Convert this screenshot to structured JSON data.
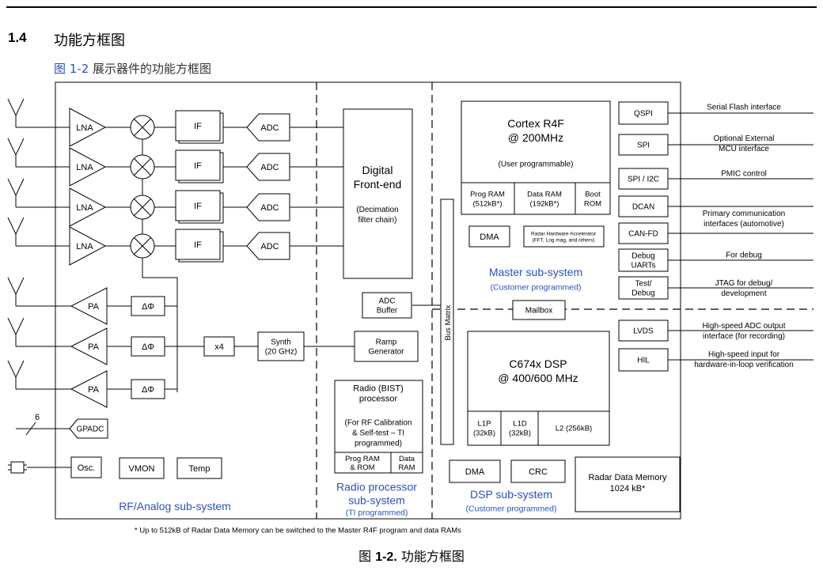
{
  "section": {
    "number": "1.4",
    "title": "功能方框图"
  },
  "intro": {
    "prefix": "图 ",
    "ref": "1-2",
    "text": " 展示器件的功能方框图"
  },
  "rf": {
    "lna": "LNA",
    "if": "IF",
    "adc": "ADC",
    "pa": "PA",
    "phase": "ΔΦ",
    "x4": "x4",
    "synth": [
      "Synth",
      "(20 GHz)"
    ],
    "gpadc_bus": "6",
    "gpadc": "GPADC",
    "osc": "Osc.",
    "vmon": "VMON",
    "temp": "Temp",
    "label": "RF/Analog sub-system"
  },
  "dfe": {
    "title": [
      "Digital",
      "Front-end"
    ],
    "note": [
      "(Decimation",
      "filter chain)"
    ]
  },
  "radio": {
    "adc_buffer": [
      "ADC",
      "Buffer"
    ],
    "ramp": [
      "Ramp",
      "Generator"
    ],
    "bist": [
      "Radio (BIST)",
      "processor",
      "(For RF Calibration",
      "& Self-test – TI",
      "programmed)"
    ],
    "prog_ram": [
      "Prog RAM",
      "& ROM"
    ],
    "data_ram": [
      "Data",
      "RAM"
    ],
    "label": [
      "Radio processor",
      "sub-system"
    ],
    "sublabel": "(TI programmed)"
  },
  "bus_matrix": "Bus Matrix",
  "master": {
    "cortex": [
      "Cortex R4F",
      "@ 200MHz"
    ],
    "user": "(User programmable)",
    "prog_ram": [
      "Prog RAM",
      "(512kB*)"
    ],
    "data_ram": [
      "Data RAM",
      "(192kB*)"
    ],
    "boot": [
      "Boot",
      "ROM"
    ],
    "dma": "DMA",
    "hwa": [
      "Radar Hardware Accelerator",
      "(FFT, Log mag, and others)"
    ],
    "label": "Master sub-system",
    "sublabel": "(Customer programmed)"
  },
  "mailbox": "Mailbox",
  "dsp": {
    "core": [
      "C674x DSP",
      "@ 400/600 MHz"
    ],
    "l1p": [
      "L1P",
      "(32kB)"
    ],
    "l1d": [
      "L1D",
      "(32kB)"
    ],
    "l2": "L2 (256kB)",
    "dma": "DMA",
    "crc": "CRC",
    "label": "DSP sub-system",
    "sublabel": "(Customer programmed)"
  },
  "radar_mem": [
    "Radar Data Memory",
    "1024 kB*"
  ],
  "interfaces": [
    {
      "block": [
        "QSPI"
      ],
      "desc": [
        "Serial Flash interface"
      ]
    },
    {
      "block": [
        "SPI"
      ],
      "desc": [
        "Optional External",
        "MCU interface"
      ]
    },
    {
      "block": [
        "SPI / I2C"
      ],
      "desc": [
        "PMIC control"
      ]
    },
    {
      "block": [
        "DCAN"
      ],
      "desc": [
        "Primary communication",
        "interfaces (automotive)"
      ]
    },
    {
      "block": [
        "CAN-FD"
      ],
      "desc": []
    },
    {
      "block": [
        "Debug",
        "UARTs"
      ],
      "desc": [
        "For debug"
      ]
    },
    {
      "block": [
        "Test/",
        "Debug"
      ],
      "desc": [
        "JTAG for debug/",
        "development"
      ]
    },
    {
      "block": [
        "LVDS"
      ],
      "desc": [
        "High-speed ADC output",
        "interface (for recording)"
      ]
    },
    {
      "block": [
        "HIL"
      ],
      "desc": [
        "High-speed input for",
        "hardware-in-loop verification"
      ]
    }
  ],
  "footnote": "* Up to 512kB of Radar Data Memory can be switched to the Master R4F program and data RAMs",
  "caption": {
    "prefix": "图 ",
    "num": "1-2.",
    "title": " 功能方框图"
  }
}
